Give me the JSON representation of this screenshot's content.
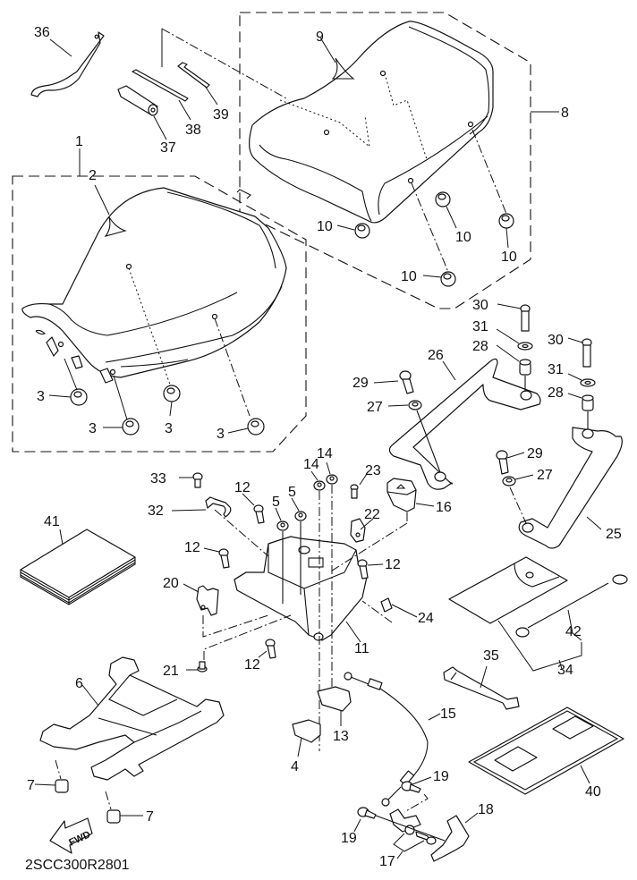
{
  "diagram": {
    "title": "Seat assembly exploded parts diagram",
    "drawing_code": "2SCC300R2801",
    "direction_arrow_label": "FWD",
    "callouts": [
      {
        "id": "c1",
        "label": "1",
        "part": "seat-assembly-rider"
      },
      {
        "id": "c2",
        "label": "2",
        "part": "rider-seat"
      },
      {
        "id": "c3a",
        "label": "3",
        "part": "seat-damper"
      },
      {
        "id": "c3b",
        "label": "3",
        "part": "seat-damper"
      },
      {
        "id": "c3c",
        "label": "3",
        "part": "seat-damper"
      },
      {
        "id": "c3d",
        "label": "3",
        "part": "seat-damper"
      },
      {
        "id": "c4",
        "label": "4",
        "part": "bracket"
      },
      {
        "id": "c5a",
        "label": "5",
        "part": "nut"
      },
      {
        "id": "c5b",
        "label": "5",
        "part": "nut"
      },
      {
        "id": "c6",
        "label": "6",
        "part": "seat-base-frame"
      },
      {
        "id": "c7a",
        "label": "7",
        "part": "damper"
      },
      {
        "id": "c7b",
        "label": "7",
        "part": "damper"
      },
      {
        "id": "c8",
        "label": "8",
        "part": "seat-assembly-passenger"
      },
      {
        "id": "c9",
        "label": "9",
        "part": "passenger-seat"
      },
      {
        "id": "c10a",
        "label": "10",
        "part": "seat-damper"
      },
      {
        "id": "c10b",
        "label": "10",
        "part": "seat-damper"
      },
      {
        "id": "c10c",
        "label": "10",
        "part": "seat-damper"
      },
      {
        "id": "c10d",
        "label": "10",
        "part": "seat-damper"
      },
      {
        "id": "c11",
        "label": "11",
        "part": "seat-lock-bracket"
      },
      {
        "id": "c12a",
        "label": "12",
        "part": "bolt"
      },
      {
        "id": "c12b",
        "label": "12",
        "part": "bolt"
      },
      {
        "id": "c12c",
        "label": "12",
        "part": "bolt"
      },
      {
        "id": "c12d",
        "label": "12",
        "part": "bolt"
      },
      {
        "id": "c13",
        "label": "13",
        "part": "bracket"
      },
      {
        "id": "c14a",
        "label": "14",
        "part": "nut"
      },
      {
        "id": "c14b",
        "label": "14",
        "part": "nut"
      },
      {
        "id": "c15",
        "label": "15",
        "part": "seat-lock-cable"
      },
      {
        "id": "c16",
        "label": "16",
        "part": "cover"
      },
      {
        "id": "c17",
        "label": "17",
        "part": "lock-set"
      },
      {
        "id": "c18",
        "label": "18",
        "part": "stay"
      },
      {
        "id": "c19a",
        "label": "19",
        "part": "screw"
      },
      {
        "id": "c19b",
        "label": "19",
        "part": "screw"
      },
      {
        "id": "c20",
        "label": "20",
        "part": "holder"
      },
      {
        "id": "c21",
        "label": "21",
        "part": "bolt-flange"
      },
      {
        "id": "c22",
        "label": "22",
        "part": "clamp"
      },
      {
        "id": "c23",
        "label": "23",
        "part": "screw"
      },
      {
        "id": "c24",
        "label": "24",
        "part": "damper"
      },
      {
        "id": "c25",
        "label": "25",
        "part": "grab-bar-right"
      },
      {
        "id": "c26",
        "label": "26",
        "part": "grab-bar-left"
      },
      {
        "id": "c27a",
        "label": "27",
        "part": "grommet"
      },
      {
        "id": "c27b",
        "label": "27",
        "part": "grommet"
      },
      {
        "id": "c28a",
        "label": "28",
        "part": "collar"
      },
      {
        "id": "c28b",
        "label": "28",
        "part": "collar"
      },
      {
        "id": "c29a",
        "label": "29",
        "part": "bolt"
      },
      {
        "id": "c29b",
        "label": "29",
        "part": "bolt"
      },
      {
        "id": "c30a",
        "label": "30",
        "part": "bolt"
      },
      {
        "id": "c30b",
        "label": "30",
        "part": "bolt"
      },
      {
        "id": "c31a",
        "label": "31",
        "part": "washer"
      },
      {
        "id": "c31b",
        "label": "31",
        "part": "washer"
      },
      {
        "id": "c32",
        "label": "32",
        "part": "hook"
      },
      {
        "id": "c33",
        "label": "33",
        "part": "bolt"
      },
      {
        "id": "c34",
        "label": "34",
        "part": "helmet-holder-set"
      },
      {
        "id": "c35",
        "label": "35",
        "part": "band"
      },
      {
        "id": "c36",
        "label": "36",
        "part": "wrench"
      },
      {
        "id": "c37",
        "label": "37",
        "part": "extension"
      },
      {
        "id": "c38",
        "label": "38",
        "part": "screwdriver"
      },
      {
        "id": "c39",
        "label": "39",
        "part": "hex-wrench"
      },
      {
        "id": "c40",
        "label": "40",
        "part": "tool-bag"
      },
      {
        "id": "c41",
        "label": "41",
        "part": "owners-manual"
      },
      {
        "id": "c42",
        "label": "42",
        "part": "helmet-wire"
      }
    ]
  }
}
